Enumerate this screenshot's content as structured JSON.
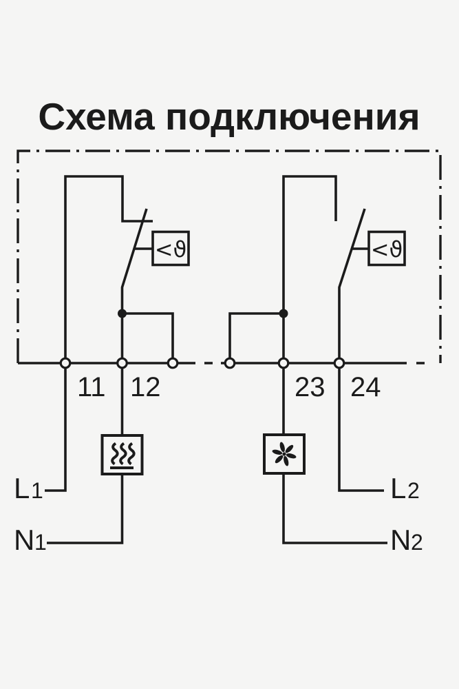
{
  "title": "Схема подключения",
  "terminals": {
    "t11": "11",
    "t12": "12",
    "t23": "23",
    "t24": "24"
  },
  "power": {
    "l1_main": "L",
    "l1_sub": "1",
    "n1_main": "N",
    "n1_sub": "1",
    "l2_main": "L",
    "l2_sub": "2",
    "n2_main": "N",
    "n2_sub": "2"
  },
  "sensors": {
    "left": "<ϑ",
    "right": "<ϑ"
  },
  "icons": {
    "left_load": "heater-icon",
    "right_load": "fan-icon"
  },
  "colors": {
    "line": "#1b1b1b",
    "background": "#f5f5f4"
  }
}
